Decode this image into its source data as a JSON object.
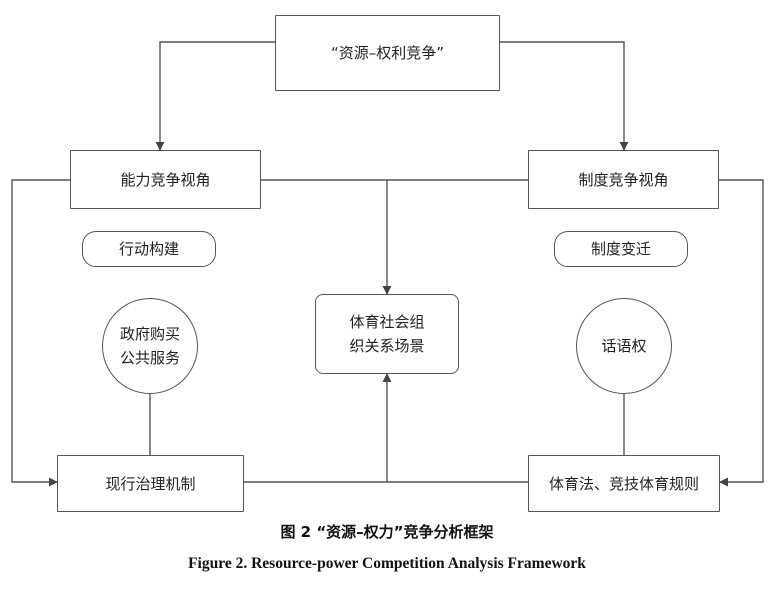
{
  "diagram": {
    "top": {
      "label": "“资源–权利竞争”"
    },
    "left_view": {
      "label": "能力竞争视角"
    },
    "right_view": {
      "label": "制度竞争视角"
    },
    "left_action": {
      "label": "行动构建"
    },
    "right_action": {
      "label": "制度变迁"
    },
    "center": {
      "line1": "体育社会组",
      "line2": "织关系场景"
    },
    "left_circle": {
      "line1": "政府购买",
      "line2": "公共服务"
    },
    "right_circle": {
      "label": "话语权"
    },
    "left_bottom": {
      "label": "现行治理机制"
    },
    "right_bottom": {
      "label": "体育法、竞技体育规则"
    }
  },
  "caption": {
    "cn": "图 2  “资源–权力”竞争分析框架",
    "en": "Figure 2.    Resource-power Competition Analysis Framework"
  }
}
